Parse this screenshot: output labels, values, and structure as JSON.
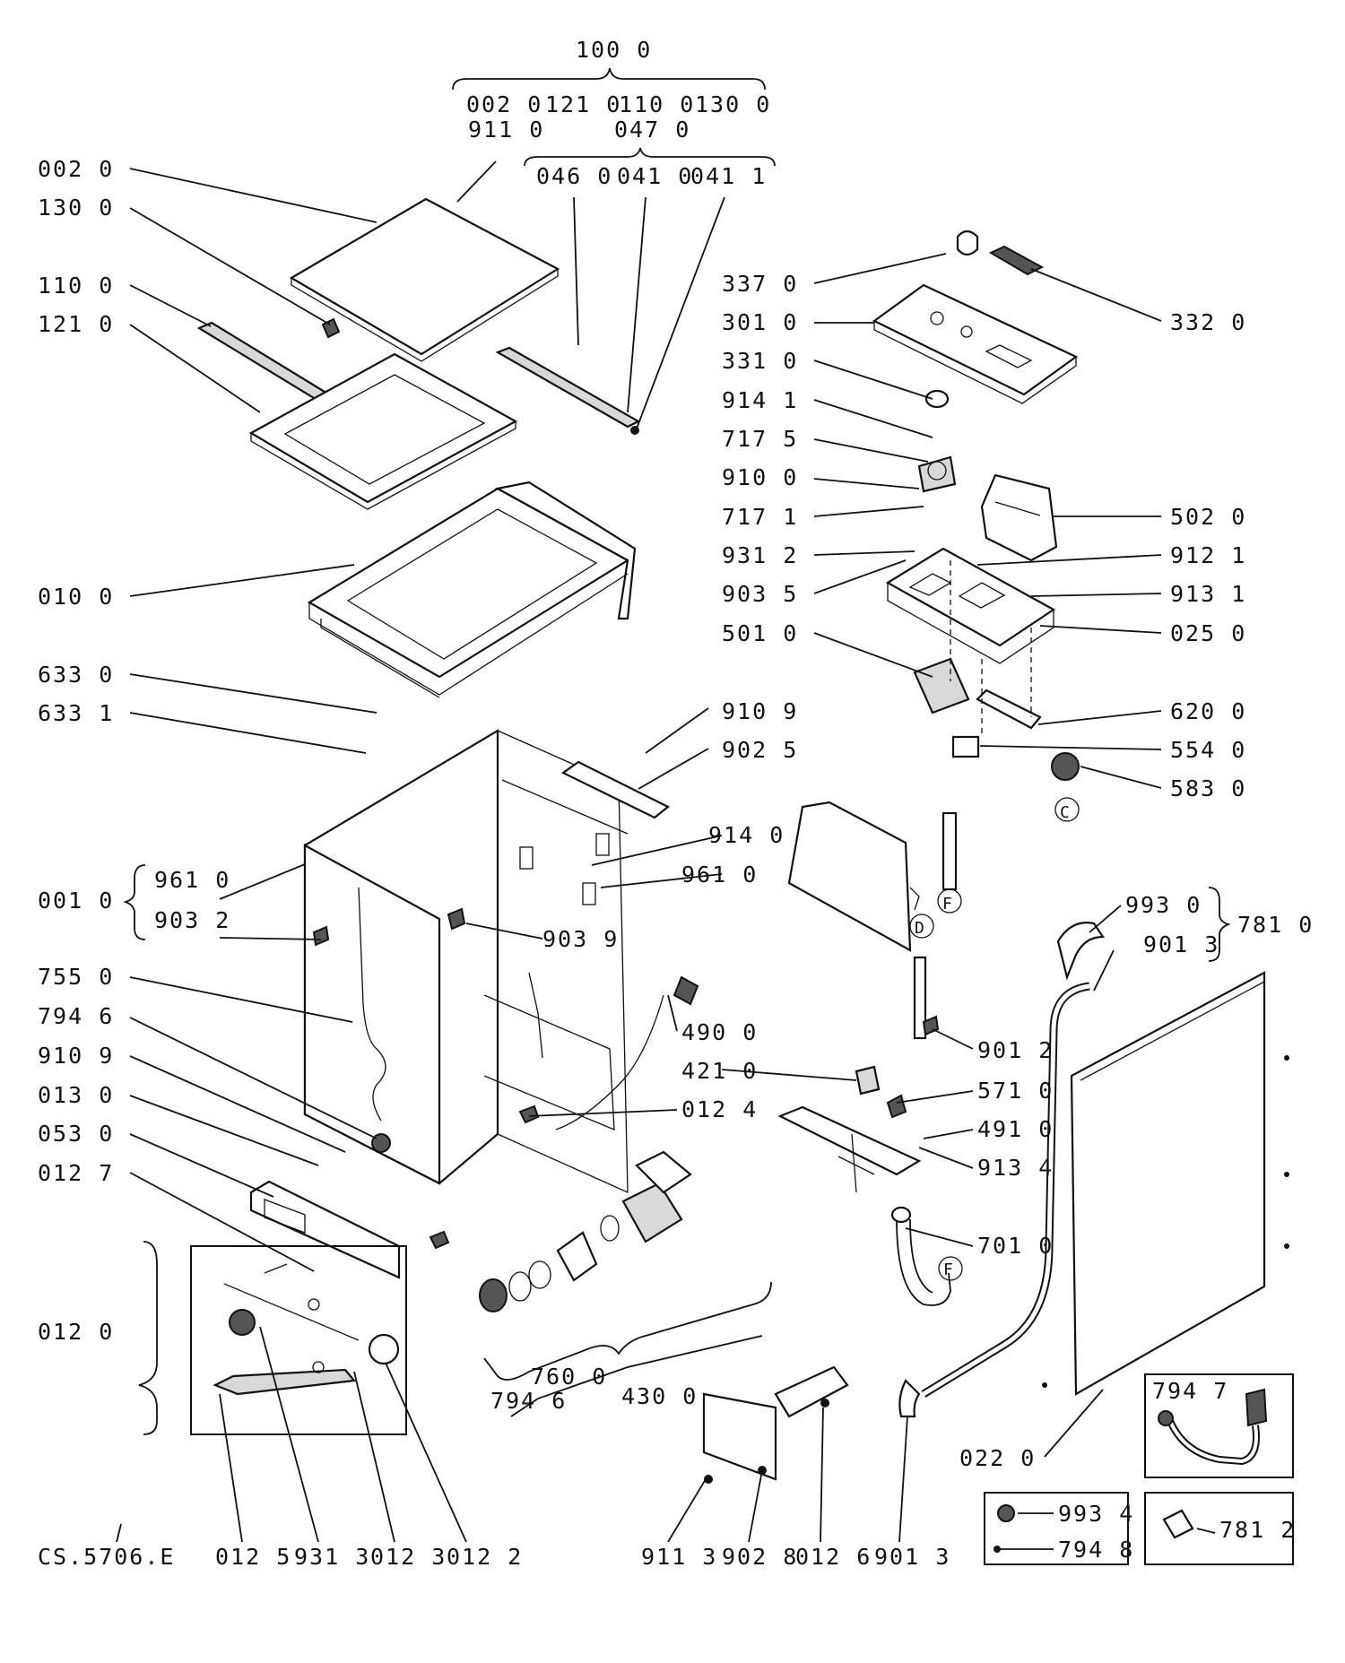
{
  "header": {
    "assembly_top": "100 0",
    "assembly_row1": [
      "002 0",
      "121 0",
      "110 0",
      "130 0"
    ],
    "assembly_row2": [
      "911 0",
      "047 0"
    ],
    "assembly_row3": [
      "046 0",
      "041 0",
      "041 1"
    ]
  },
  "left_labels": [
    "002 0",
    "130 0",
    "110 0",
    "121 0",
    "010 0",
    "633 0",
    "633 1",
    "755 0",
    "794 6",
    "910 9",
    "013 0",
    "053 0",
    "012 7",
    "012 0"
  ],
  "group_001": {
    "label": "001 0",
    "items": [
      "961 0",
      "903 2"
    ]
  },
  "control_labels_left": [
    "337 0",
    "301 0",
    "331 0",
    "914 1",
    "717 5",
    "910 0",
    "717 1",
    "931 2",
    "903 5",
    "501 0"
  ],
  "control_labels_right": [
    "332 0",
    "502 0",
    "912 1",
    "913 1",
    "025 0",
    "620 0",
    "554 0",
    "583 0"
  ],
  "cabinet_labels": [
    "910 9",
    "902 5",
    "914 0",
    "961 0",
    "903 9",
    "490 0",
    "421 0",
    "012 4"
  ],
  "group_781": {
    "label": "781 0",
    "items": [
      "993 0",
      "901 3"
    ]
  },
  "mid_right_labels": [
    "901 2",
    "571 0",
    "491 0",
    "913 4",
    "701 0"
  ],
  "circle_markers": [
    "C",
    "F",
    "D",
    "F"
  ],
  "pump_labels": [
    "760 0",
    "794 6",
    "430 0"
  ],
  "bottom_labels": [
    "012 5",
    "931 3",
    "012 3",
    "012 2",
    "911 3",
    "902 8",
    "012 6",
    "901 3"
  ],
  "panel_label": "022 0",
  "inset_box_1": {
    "label": "794 7"
  },
  "inset_box_2": {
    "items": [
      "993 4",
      "794 8"
    ]
  },
  "inset_box_3": {
    "label": "781 2"
  },
  "drawing_code": "CS.5706.E"
}
